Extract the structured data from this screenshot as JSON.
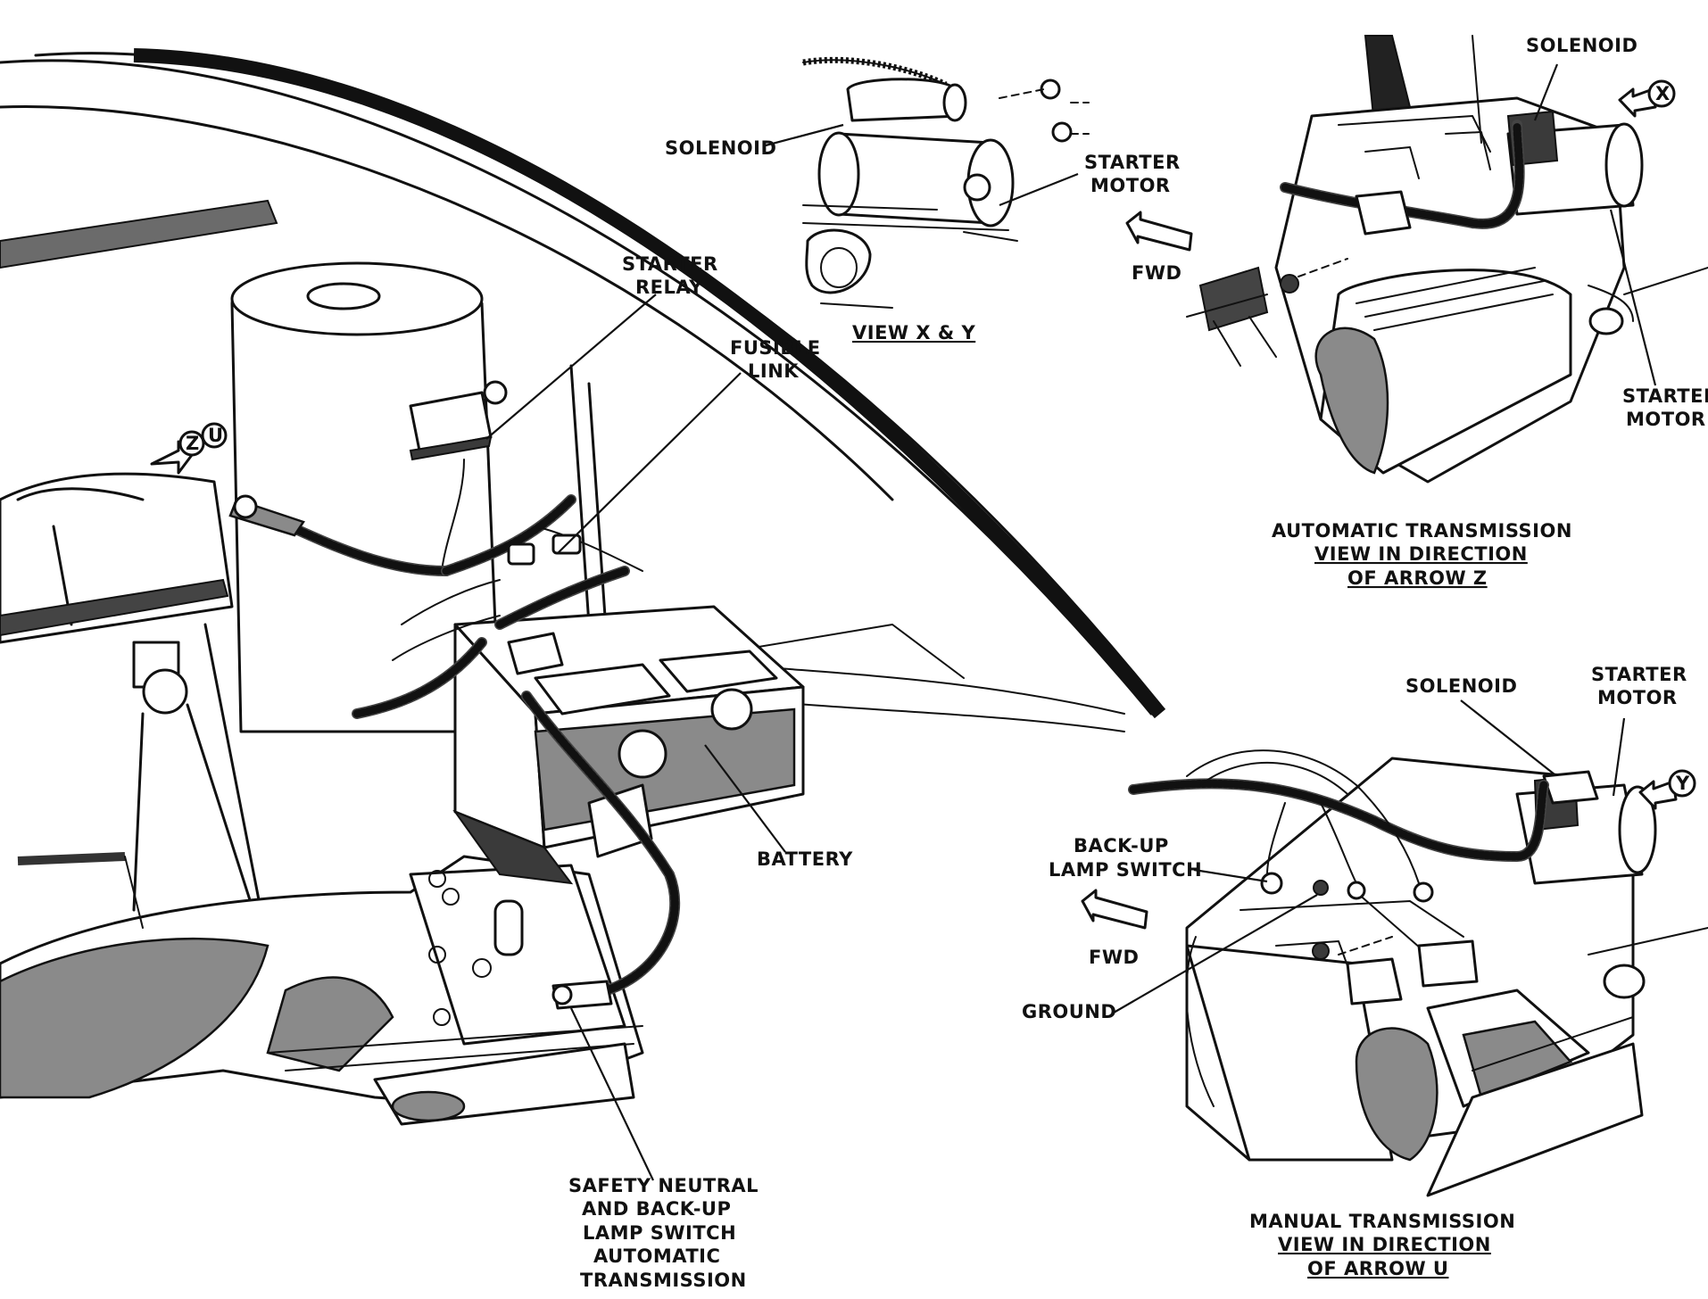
{
  "labels": {
    "solenoid_top": "SOLENOID",
    "starter_motor_top": [
      "STARTER",
      "MOTOR"
    ],
    "view_xy": "VIEW X & Y",
    "fwd_top": "FWD",
    "solenoid_auto": "SOLENOID",
    "starter_motor_auto": [
      "STARTER",
      "MOTOR"
    ],
    "auto_caption": [
      "AUTOMATIC TRANSMISSION",
      "VIEW IN DIRECTION",
      "OF ARROW Z"
    ],
    "starter_relay": [
      "STARTER",
      "RELAY"
    ],
    "fusible_link": [
      "FUSIBLE",
      "LINK"
    ],
    "battery": "BATTERY",
    "safety_switch": [
      "SAFETY NEUTRAL",
      "AND BACK-UP",
      "LAMP SWITCH",
      "AUTOMATIC",
      "TRANSMISSION"
    ],
    "solenoid_manual": "SOLENOID",
    "starter_motor_manual": [
      "STARTER",
      "MOTOR"
    ],
    "backup_switch": [
      "BACK-UP",
      "LAMP SWITCH"
    ],
    "fwd_manual": "FWD",
    "ground": "GROUND",
    "manual_caption": [
      "MANUAL TRANSMISSION",
      "VIEW IN DIRECTION",
      "OF ARROW U"
    ]
  },
  "arrows": {
    "zu": [
      "Z",
      "U"
    ],
    "x": "X",
    "y": "Y"
  }
}
